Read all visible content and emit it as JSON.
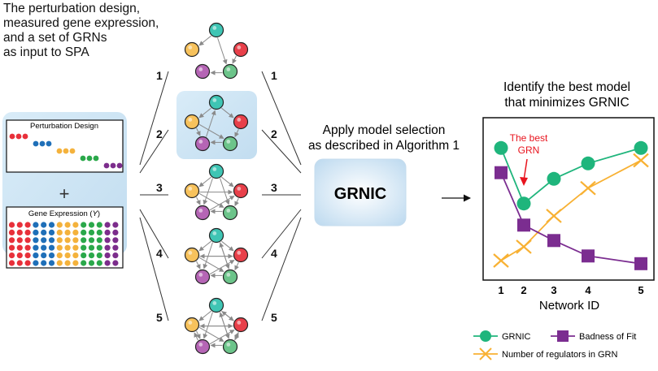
{
  "intro": {
    "lines": [
      "The perturbation design,",
      "measured gene expression,",
      "and a set of GRNs",
      "as input to SPA"
    ]
  },
  "inputs": {
    "perturbation_title": "Perturbation Design",
    "plus": "+",
    "expression_title_prefix": "Gene Expression (",
    "expression_title_var": "Y",
    "expression_title_suffix": ")"
  },
  "network_numbers": [
    "1",
    "2",
    "3",
    "4",
    "5"
  ],
  "selection": {
    "line1": "Apply model selection",
    "line2": "as described in Algorithm 1",
    "box_label": "GRNIC"
  },
  "chart_heading": {
    "line1": "Identify the best model",
    "line2": "that minimizes GRNIC"
  },
  "colors": {
    "gene_red": "#e8303a",
    "gene_blue": "#1f6fb8",
    "gene_orange": "#f4b23c",
    "gene_green": "#2aa84a",
    "gene_purple": "#7c2d8c",
    "node_teal": "#3fc5b4",
    "node_orange": "#f7c25c",
    "node_red": "#e8404a",
    "node_purple": "#b565b5",
    "node_green": "#6cc48a",
    "panel_blue": "#cfe5f5",
    "grnic_line": "#1fb57c",
    "badness_line": "#7b2d90",
    "regulators_line": "#f8b133",
    "arrow_red": "#e8141e"
  },
  "chart_data": {
    "type": "line",
    "x": [
      1,
      2,
      3,
      4,
      5
    ],
    "xlabel": "Network ID",
    "series": [
      {
        "name": "GRNIC",
        "values": [
          0.83,
          0.47,
          0.63,
          0.73,
          0.83
        ]
      },
      {
        "name": "Badness of Fit",
        "values": [
          0.67,
          0.33,
          0.23,
          0.13,
          0.08
        ]
      },
      {
        "name": "Number of regulators in GRN",
        "values": [
          0.1,
          0.19,
          0.39,
          0.57,
          0.75
        ]
      }
    ],
    "annotation": {
      "line1": "The best",
      "line2": "GRN",
      "x": 2
    },
    "legend_placement": "bottom",
    "grid": false
  }
}
